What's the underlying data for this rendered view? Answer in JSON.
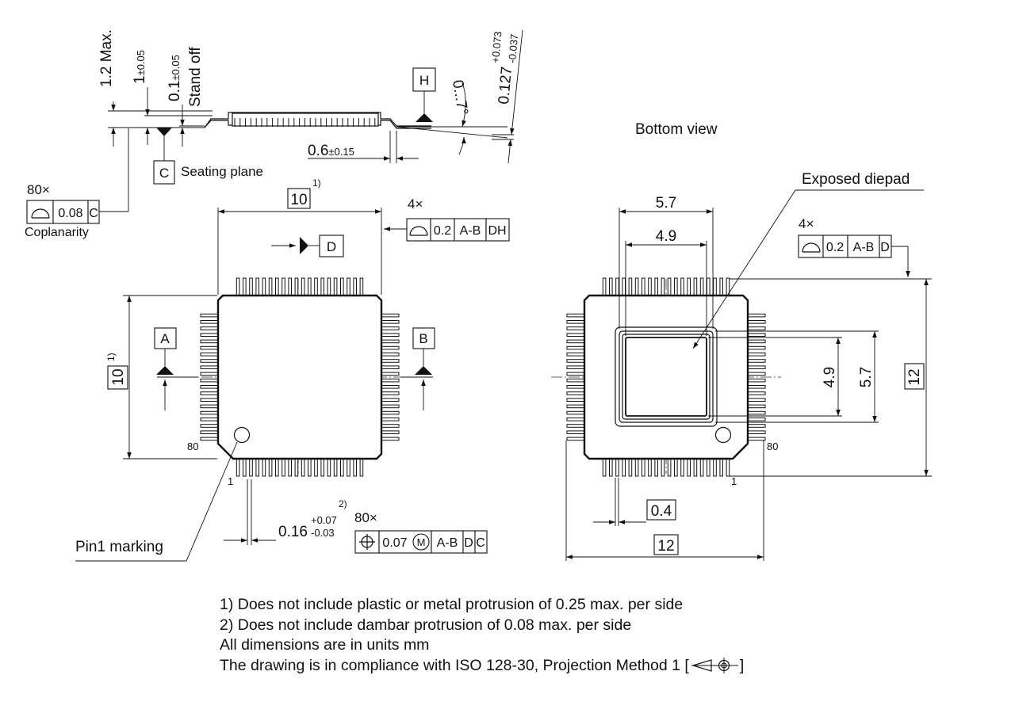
{
  "side_view": {
    "max_height": "1.2 Max.",
    "body_thickness": "1",
    "body_thickness_tol": "±0.05",
    "standoff": "0.1",
    "standoff_tol": "±0.05",
    "standoff_label": "Stand off",
    "lead_thickness": "0.127",
    "lead_thickness_tol_plus": "+0.073",
    "lead_thickness_tol_minus": "-0.037",
    "foot_length": "0.6",
    "foot_length_tol": "±0.15",
    "angle": "0...7°",
    "datum_h": "H",
    "datum_c": "C",
    "seating_plane": "Seating plane"
  },
  "coplanarity": {
    "count": "80×",
    "value": "0.08",
    "datum": "C",
    "label": "Coplanarity"
  },
  "top_view": {
    "width": "10",
    "width_note": "1)",
    "height": "10",
    "height_note": "1)",
    "datum_a": "A",
    "datum_b": "B",
    "datum_d": "D",
    "profile_count": "4×",
    "profile_value": "0.2",
    "profile_ref1": "A-B",
    "profile_ref2": "DH",
    "pin_last": "80",
    "pin_first": "1",
    "lead_width": "0.16",
    "lead_width_tol_plus": "+0.07",
    "lead_width_tol_minus": "-0.03",
    "lead_width_note": "2)",
    "position_count": "80×",
    "position_value": "0.07",
    "position_modifier": "M",
    "position_ref1": "A-B",
    "position_ref2": "D",
    "position_ref3": "C",
    "pin1_marking": "Pin1 marking"
  },
  "bottom_view": {
    "title": "Bottom view",
    "exposed_label": "Exposed diepad",
    "pad_outer": "5.7",
    "pad_inner": "4.9",
    "pad_outer_v": "5.7",
    "pad_inner_v": "4.9",
    "span_v": "12",
    "span_h": "12",
    "pitch": "0.4",
    "profile_count": "4×",
    "profile_value": "0.2",
    "profile_ref1": "A-B",
    "profile_ref2": "D",
    "pin_last": "80",
    "pin_first": "1"
  },
  "notes": {
    "n1": "1) Does not include plastic or metal protrusion of 0.25 max. per side",
    "n2": "2) Does not include dambar protrusion of 0.08 max. per side",
    "n3": "All dimensions are in units mm",
    "n4": "The drawing is in compliance with ISO 128-30, Projection Method 1 [",
    "n4_end": "]"
  },
  "icons": [
    "profile-of-surface-icon",
    "position-tolerance-icon",
    "projection-method-icon",
    "datum-triangle-icon"
  ]
}
